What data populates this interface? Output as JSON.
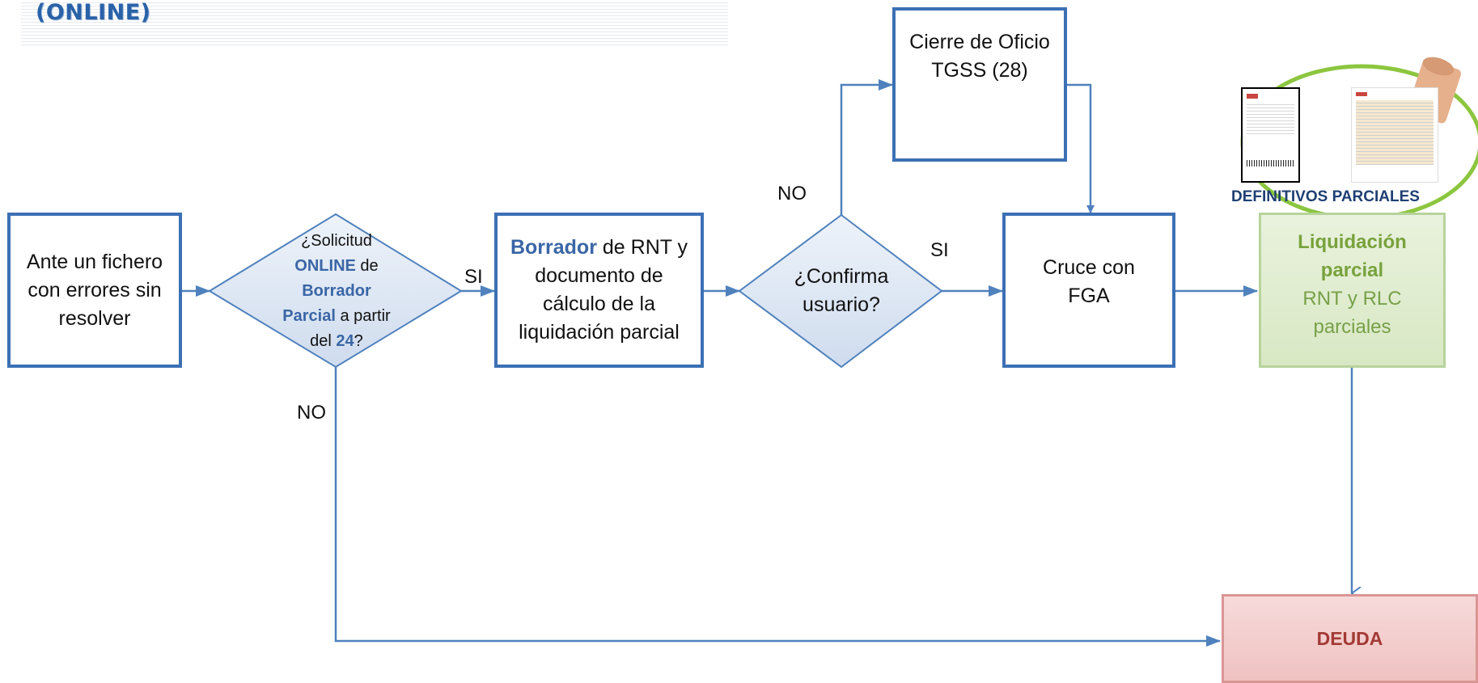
{
  "header": {
    "title": "(ONLINE)"
  },
  "nodes": {
    "start": "Ante un fichero con  errores sin resolver",
    "decision1": {
      "line1": "¿Solicitud",
      "online": "ONLINE",
      "de": " de",
      "borrador": "Borrador",
      "parcial": "Parcial",
      "apartir": " a partir",
      "del": "del ",
      "num": "24",
      "q": "?"
    },
    "draft": {
      "borrador": "Borrador",
      "rest1": " de RNT y",
      "rest2": "documento de cálculo de la liquidación parcial"
    },
    "decision2": "¿Confirma usuario?",
    "cierre": "Cierre de Oficio TGSS (28)",
    "cruce": "Cruce con FGA",
    "liquidacion": {
      "bold": "Liquidación parcial",
      "rest": "RNT y RLC parciales"
    },
    "definitivos": "DEFINITIVOS PARCIALES",
    "deuda": "DEUDA"
  },
  "edge_labels": {
    "si_1": "SI",
    "no_1": "NO",
    "no_2": "NO",
    "si_2": "SI"
  },
  "colors": {
    "box_border": "#3c70b4",
    "arrow": "#4f81bd",
    "accent_blue": "#3a66a6",
    "green_border": "#b7d39b",
    "green_text": "#78a23c",
    "ellipse": "#8cc63f",
    "red_fill": "#efc2c1",
    "red_text": "#a23a34"
  }
}
